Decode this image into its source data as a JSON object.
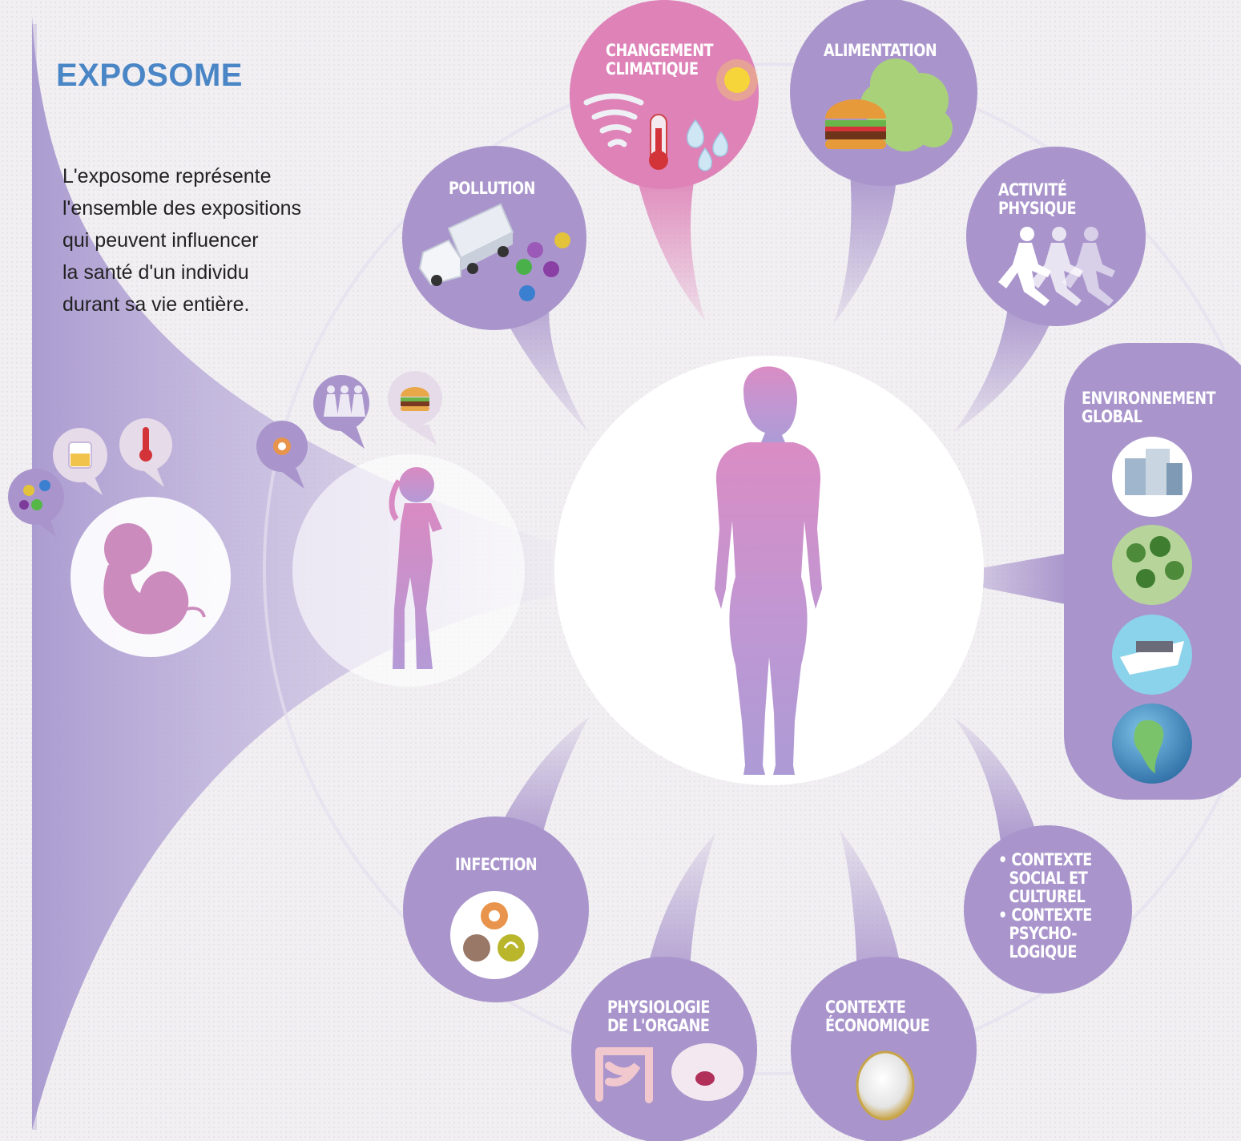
{
  "header": {
    "title": "EXPOSOME",
    "intro_lines": [
      "L'exposome représente",
      "l'ensemble des expositions",
      "qui peuvent influencer",
      "la santé d'un individu",
      "durant  sa vie entière."
    ]
  },
  "factors": {
    "pollution": "POLLUTION",
    "climate": [
      "CHANGEMENT",
      "CLIMATIQUE"
    ],
    "food": "ALIMENTATION",
    "activity": [
      "ACTIVITÉ",
      "PHYSIQUE"
    ],
    "environment": [
      "ENVIRONNEMENT",
      "GLOBAL"
    ],
    "social": [
      "• CONTEXTE",
      "SOCIAL ET",
      "CULTUREL",
      "• CONTEXTE",
      "PSYCHO-",
      "LOGIQUE"
    ],
    "economic": [
      "CONTEXTE",
      "ÉCONOMIQUE"
    ],
    "physiology": [
      "PHYSIOLOGIE",
      "DE L'ORGANE"
    ],
    "infection": "INFECTION"
  },
  "colors": {
    "purple": "#a995cc",
    "pink": "#de82b7",
    "silhouette_top": "#d98cc3",
    "silhouette_bottom": "#b39ad6",
    "title_blue": "#4a86c6"
  },
  "icons": [
    "truck-icon",
    "molecules-icon",
    "tornado-icon",
    "thermometer-icon",
    "sun-icon",
    "droplets-icon",
    "burger-icon",
    "lettuce-icon",
    "runners-icon",
    "buildings-icon",
    "trees-icon",
    "ship-icon",
    "globe-icon",
    "coin-icon",
    "intestine-icon",
    "brain-icon",
    "microbes-icon",
    "fetus-icon",
    "girl-icon",
    "woman-icon"
  ]
}
